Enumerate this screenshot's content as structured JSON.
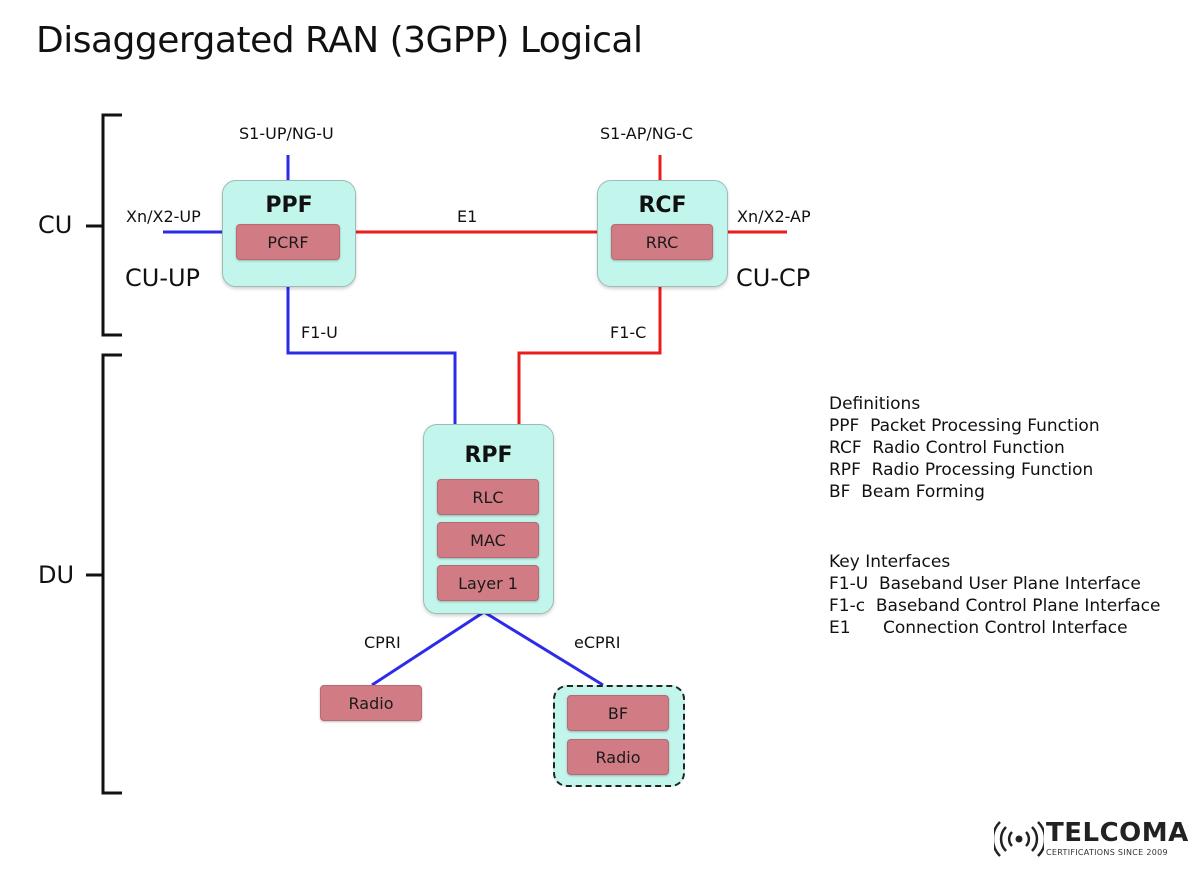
{
  "title": "Disaggergated RAN (3GPP) Logical",
  "colors": {
    "user_plane": "#2b2be8",
    "control_plane": "#e81e1e",
    "node_fill": "#c2f6ec",
    "sub_fill": "#d17c84"
  },
  "brackets": {
    "cu": "CU",
    "du": "DU"
  },
  "side_labels": {
    "cu_up": "CU-UP",
    "cu_cp": "CU-CP"
  },
  "nodes": {
    "ppf": {
      "title": "PPF",
      "sub": "PCRF"
    },
    "rcf": {
      "title": "RCF",
      "sub": "RRC"
    },
    "rpf": {
      "title": "RPF",
      "subs": [
        "RLC",
        "MAC",
        "Layer 1"
      ]
    }
  },
  "interfaces": {
    "s1_up": "S1-UP/NG-U",
    "s1_ap": "S1-AP/NG-C",
    "xn_up": "Xn/X2-UP",
    "xn_ap": "Xn/X2-AP",
    "e1": "E1",
    "f1_u": "F1-U",
    "f1_c": "F1-C",
    "cpri": "CPRI",
    "ecpri": "eCPRI"
  },
  "radio_units": {
    "radio_left": "Radio",
    "bf": "BF",
    "radio_right": "Radio"
  },
  "definitions": {
    "heading": "Definitions",
    "items": [
      "PPF  Packet Processing Function",
      "RCF  Radio Control Function",
      "RPF  Radio Processing Function",
      "BF  Beam Forming"
    ]
  },
  "key_interfaces": {
    "heading": "Key Interfaces",
    "items": [
      "F1-U  Baseband User Plane Interface",
      "F1-c  Baseband Control Plane Interface",
      "E1      Connection Control Interface"
    ]
  },
  "logo": {
    "name": "TELCOMA",
    "tagline": "CERTIFICATIONS SINCE 2009"
  }
}
